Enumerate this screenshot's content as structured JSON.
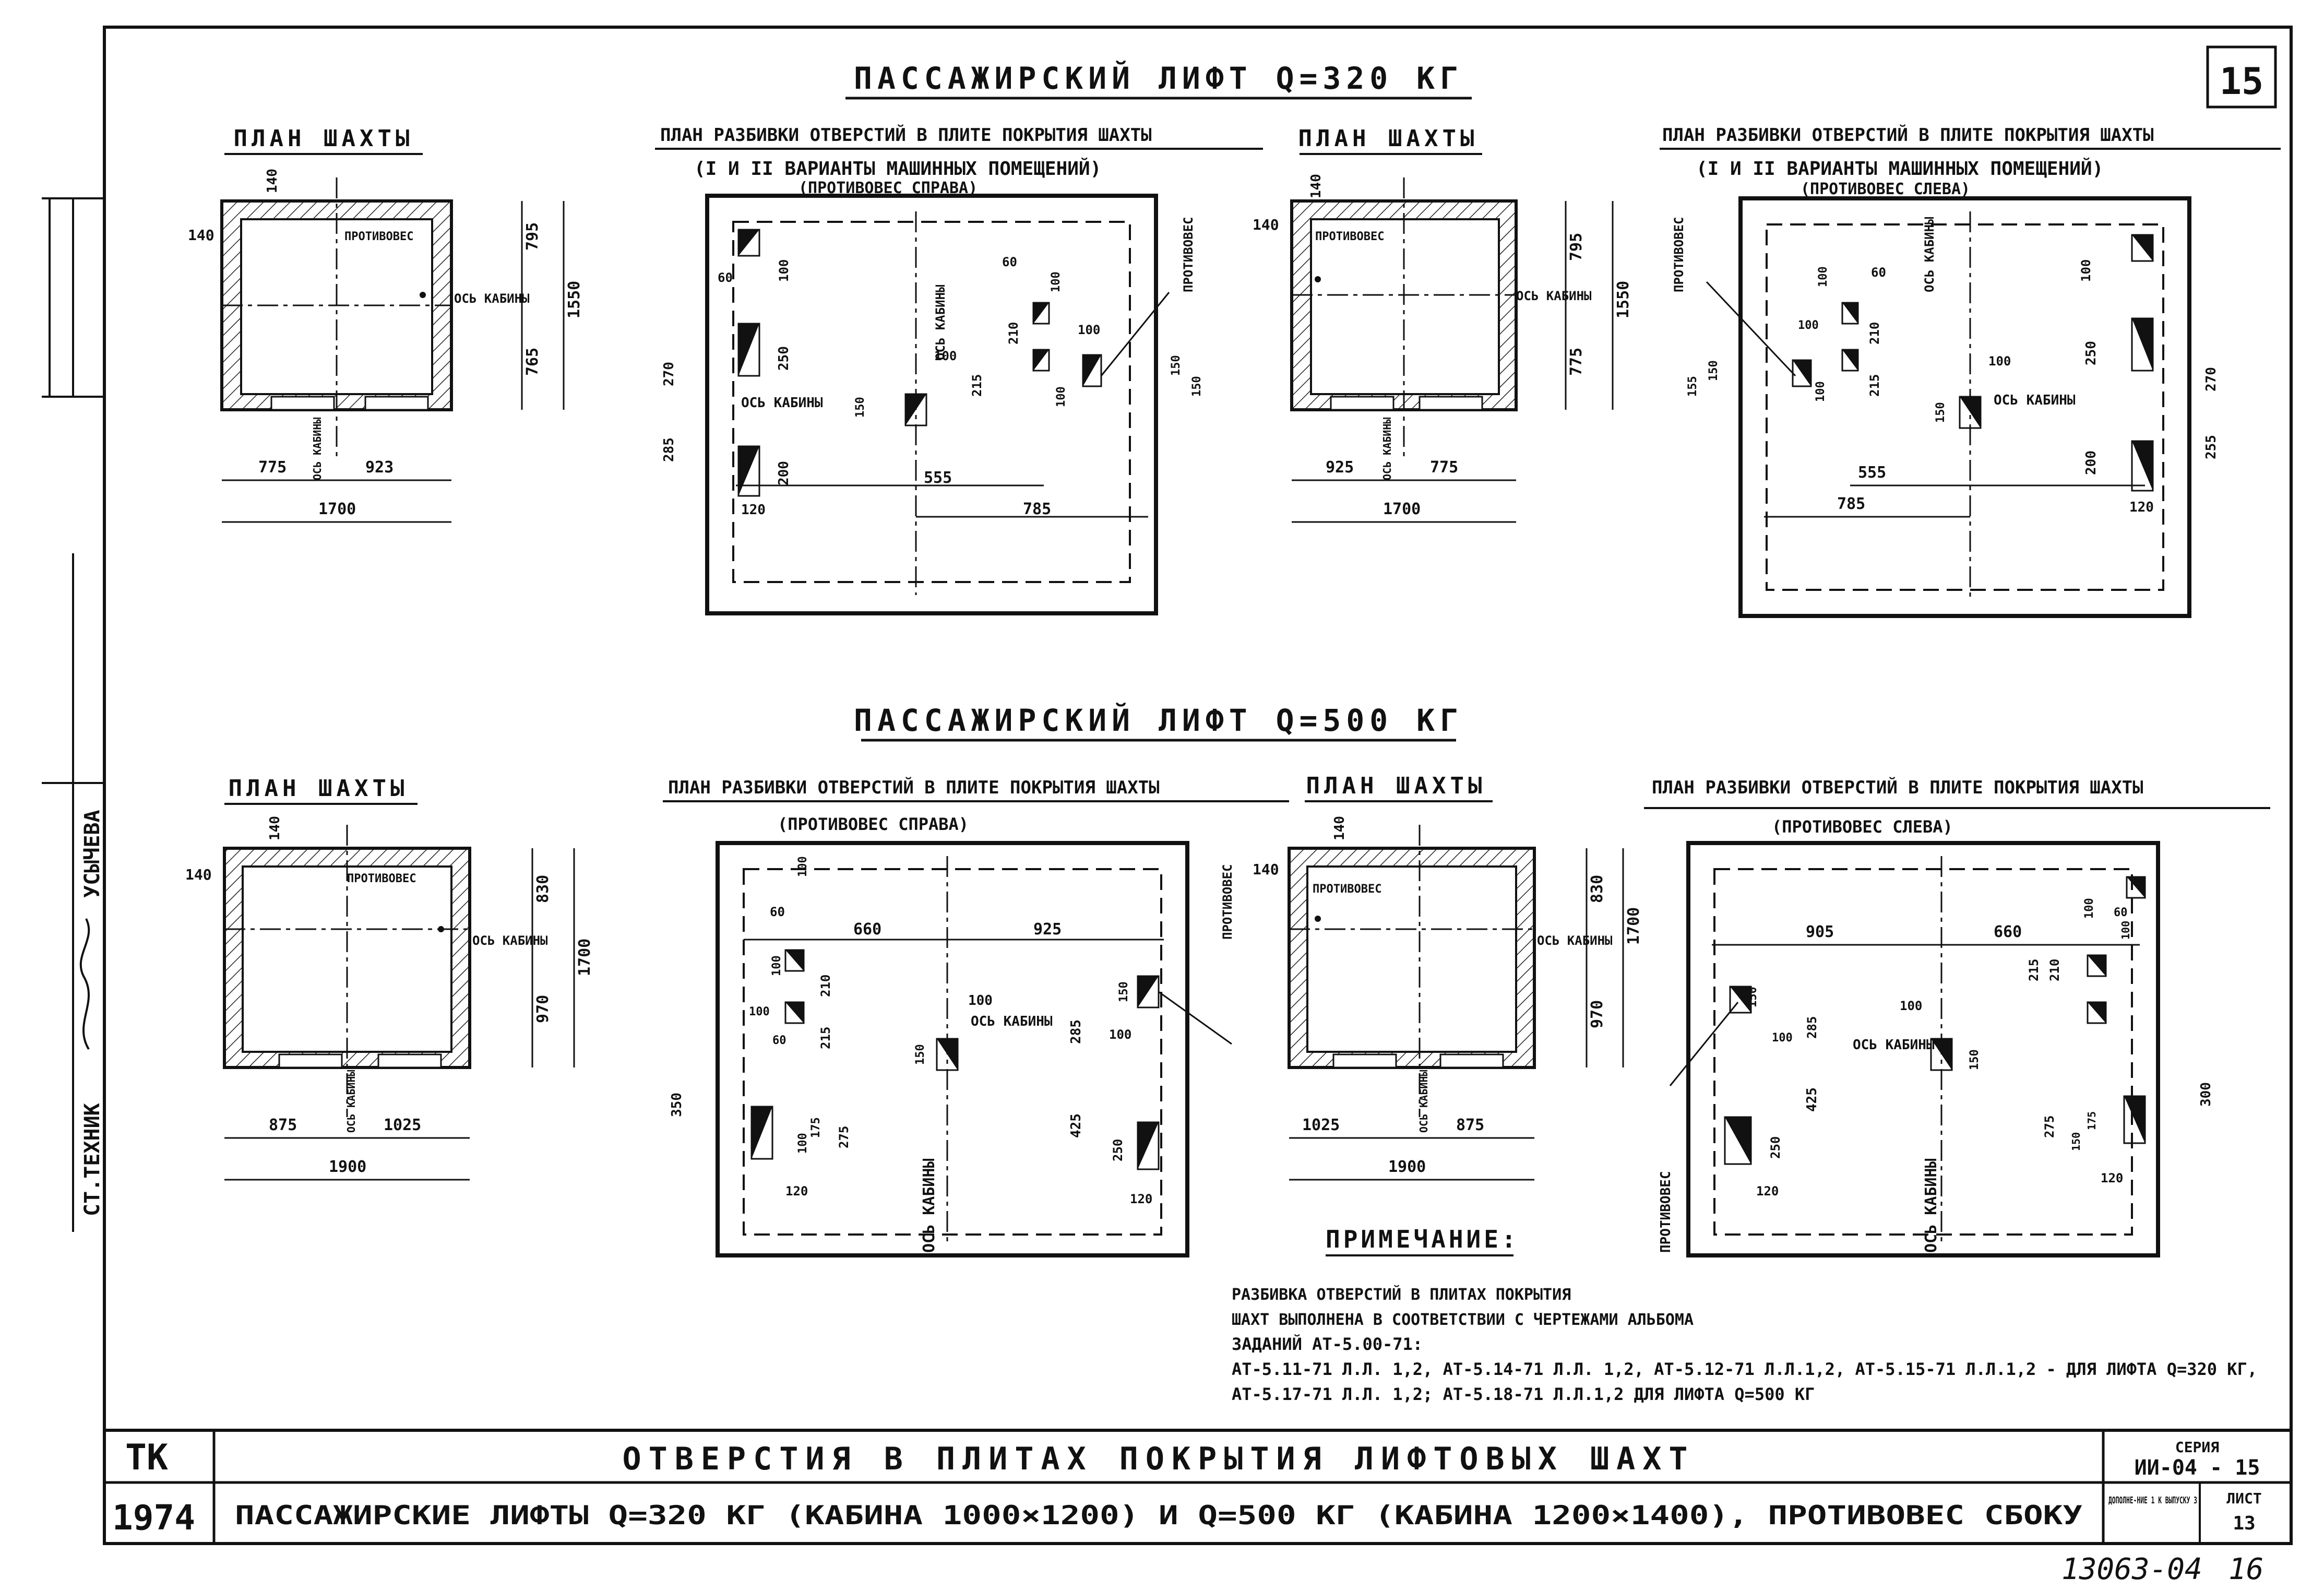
{
  "sheet": {
    "sheet_number": "15",
    "stamp_org": "ТК",
    "stamp_year": "1974",
    "main_title": "ОТВЕРСТИЯ В ПЛИТАХ ПОКРЫТИЯ ЛИФТОВЫХ ШАХТ",
    "sub_title": "ПАССАЖИРСКИЕ ЛИФТЫ Q=320 КГ (КАБИНА 1000×1200) И Q=500 КГ (КАБИНА 1200×1400), ПРОТИВОВЕС СБОКУ",
    "series_label": "СЕРИЯ",
    "series_value": "ИИ-04 - 15",
    "supplement_label": "ДОПОЛНЕ-НИЕ 1 К ВЫПУСКУ 3",
    "list_label": "ЛИСТ",
    "list_value": "13",
    "archive_number": "13063-04",
    "page_number": "16",
    "margin_text": "СТ.ТЕХНИК",
    "margin_name": "УСЫЧЕВА"
  },
  "section_320": {
    "heading": "ПАССАЖИРСКИЙ ЛИФТ Q=320 КГ",
    "shaft_plan_right": {
      "title": "ПЛАН ШАХТЫ",
      "dims": [
        "140",
        "140",
        "795",
        "765",
        "1550",
        "775",
        "923",
        "1700"
      ],
      "labels": [
        "ПРОТИВОВЕС",
        "ОСЬ КАБИНЫ",
        "ОСЬ КАБИНЫ"
      ]
    },
    "hole_plan_right": {
      "title": "ПЛАН РАЗБИВКИ ОТВЕРСТИЙ В ПЛИТЕ ПОКРЫТИЯ ШАХТЫ",
      "subtitle": "(I И II ВАРИАНТЫ МАШИННЫХ ПОМЕЩЕНИЙ)",
      "note": "(ПРОТИВОВЕС СПРАВА)",
      "dims": [
        "60",
        "100",
        "60",
        "100",
        "210",
        "100",
        "100",
        "100",
        "150",
        "150",
        "150",
        "215",
        "270",
        "250",
        "285",
        "200",
        "120",
        "555",
        "785"
      ],
      "labels": [
        "ОСЬ КАБИНЫ",
        "ОСЬ КАБИНЫ",
        "ПРОТИВОВЕС"
      ]
    },
    "shaft_plan_left": {
      "title": "ПЛАН ШАХТЫ",
      "dims": [
        "140",
        "140",
        "795",
        "775",
        "1550",
        "925",
        "775",
        "1700"
      ],
      "labels": [
        "ПРОТИВОВЕС",
        "ОСЬ КАБИНЫ",
        "ОСЬ КАБИНЫ"
      ]
    },
    "hole_plan_left": {
      "title": "ПЛАН РАЗБИВКИ ОТВЕРСТИЙ В ПЛИТЕ ПОКРЫТИЯ ШАХТЫ",
      "subtitle": "(I И II ВАРИАНТЫ МАШИННЫХ ПОМЕЩЕНИЙ)",
      "note": "(ПРОТИВОВЕС СЛЕВА)",
      "dims": [
        "100",
        "60",
        "100",
        "100",
        "210",
        "100",
        "155",
        "150",
        "100",
        "215",
        "150",
        "250",
        "270",
        "255",
        "200",
        "120",
        "555",
        "785"
      ],
      "labels": [
        "ПРОТИВОВЕС",
        "ОСЬ КАБИНЫ",
        "ОСЬ КАБИНЫ"
      ]
    }
  },
  "section_500": {
    "heading": "ПАССАЖИРСКИЙ ЛИФТ Q=500 КГ",
    "shaft_plan_right": {
      "title": "ПЛАН ШАХТЫ",
      "dims": [
        "140",
        "140",
        "830",
        "970",
        "1700",
        "875",
        "1025",
        "1900"
      ],
      "labels": [
        "ПРОТИВОВЕС",
        "ОСЬ КАБИНЫ",
        "ОСЬ КАБИНЫ"
      ]
    },
    "hole_plan_right": {
      "title": "ПЛАН РАЗБИВКИ ОТВЕРСТИЙ В ПЛИТЕ ПОКРЫТИЯ ШАХТЫ",
      "note": "(ПРОТИВОВЕС СПРАВА)",
      "dims": [
        "100",
        "60",
        "660",
        "925",
        "100",
        "210",
        "100",
        "60",
        "215",
        "150",
        "100",
        "150",
        "100",
        "285",
        "350",
        "425",
        "100",
        "175",
        "275",
        "250",
        "120",
        "120"
      ],
      "labels": [
        "ОСЬ КАБИНЫ",
        "ОСЬ КАБИНЫ",
        "ПРОТИВОВЕС"
      ]
    },
    "shaft_plan_left": {
      "title": "ПЛАН ШАХТЫ",
      "dims": [
        "140",
        "140",
        "830",
        "970",
        "1700",
        "1025",
        "875",
        "1900"
      ],
      "labels": [
        "ПРОТИВОВЕС",
        "ОСЬ КАБИНЫ",
        "ОСЬ КАБИНЫ"
      ]
    },
    "hole_plan_left": {
      "title": "ПЛАН РАЗБИВКИ ОТВЕРСТИЙ В ПЛИТЕ ПОКРЫТИЯ ШАХТЫ",
      "note": "(ПРОТИВОВЕС СЛЕВА)",
      "dims": [
        "905",
        "660",
        "100",
        "60",
        "100",
        "215",
        "210",
        "100",
        "150",
        "100",
        "285",
        "150",
        "425",
        "250",
        "120",
        "275",
        "150",
        "175",
        "120",
        "300"
      ],
      "labels": [
        "ПРОТИВОВЕС",
        "ОСЬ КАБИНЫ",
        "ОСЬ КАБИНЫ"
      ]
    }
  },
  "note": {
    "heading": "ПРИМЕЧАНИЕ:",
    "lines": [
      "РАЗБИВКА ОТВЕРСТИЙ В ПЛИТАХ ПОКРЫТИЯ",
      "ШАХТ ВЫПОЛНЕНА В СООТВЕТСТВИИ С ЧЕРТЕЖАМИ АЛЬБОМА",
      "ЗАДАНИЙ АТ-5.00-71:",
      "АТ-5.11-71 Л.Л. 1,2, АТ-5.14-71 Л.Л. 1,2, АТ-5.12-71 Л.Л.1,2, АТ-5.15-71 Л.Л.1,2 - ДЛЯ ЛИФТА Q=320 КГ,",
      "АТ-5.17-71 Л.Л. 1,2; АТ-5.18-71 Л.Л.1,2 ДЛЯ ЛИФТА Q=500 КГ"
    ]
  }
}
